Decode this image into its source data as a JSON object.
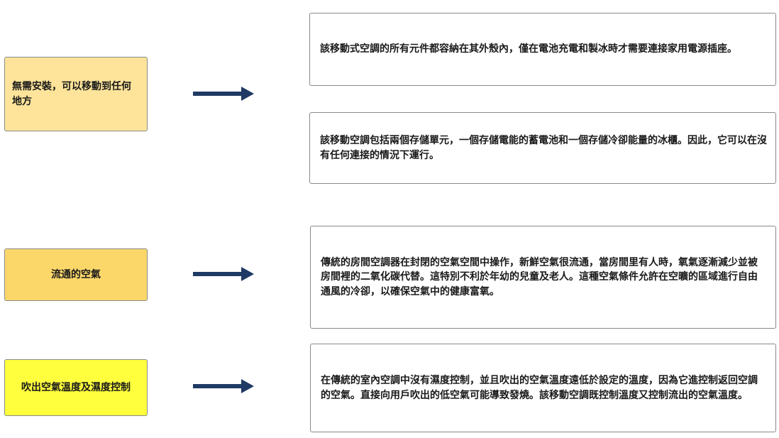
{
  "colors": {
    "label_light": "#fde49a",
    "label_mid": "#fbd76a",
    "label_bright": "#ffff3d",
    "arrow": "#1f3a64"
  },
  "rows": [
    {
      "label": "無需安裝，可以移動到任何地方",
      "descriptions": [
        "該移動式空調的所有元件都容納在其外殼內，僅在電池充電和製冰時才需要連接家用電源插座。",
        "該移動空調包括兩個存儲單元，一個存儲電能的蓄電池和一個存儲冷卻能量的冰櫃。因此，它可以在沒有任何連接的情況下運行。"
      ]
    },
    {
      "label": "流通的空氣",
      "descriptions": [
        "傳統的房間空調器在封閉的空氣空間中操作，新鮮空氣很流通，當房間里有人時，氧氣逐漸減少並被房間裡的二氧化碳代替。這特別不利於年幼的兒童及老人。這種空氣條件允許在空曠的區域進行自由通風的冷卻，以確保空氣中的健康富氧。"
      ]
    },
    {
      "label": "吹出空氣溫度及濕度控制",
      "descriptions": [
        "在傳統的室內空調中沒有濕度控制，並且吹出的空氣溫度遠低於設定的溫度，因為它進控制返回空調的空氣。直接向用戶吹出的低空氣可能導致發燒。該移動空調既控制溫度又控制流出的空氣溫度。"
      ]
    }
  ]
}
